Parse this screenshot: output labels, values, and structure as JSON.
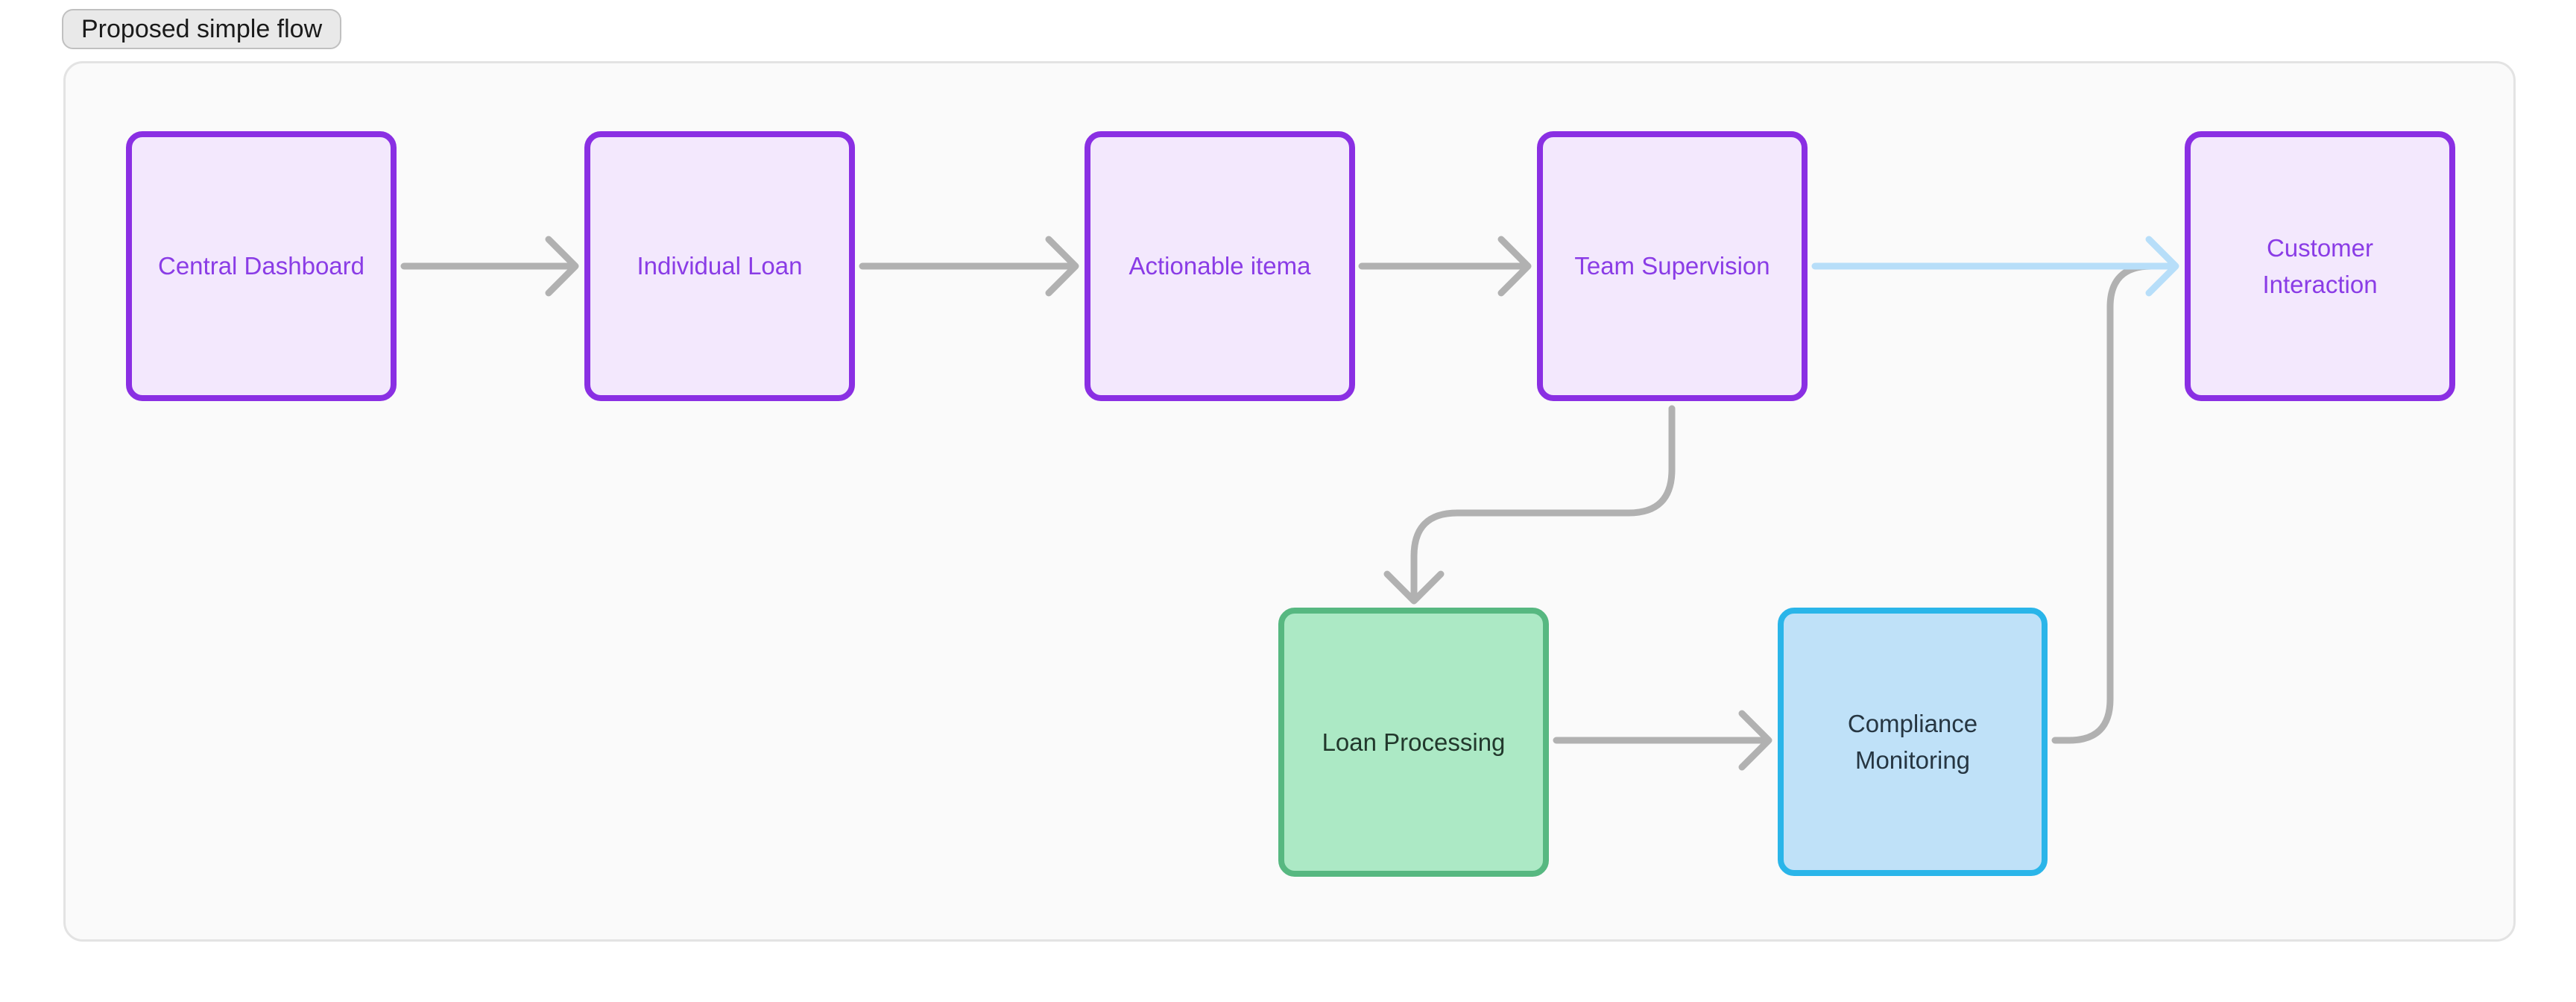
{
  "title_badge": {
    "label": "Proposed simple flow"
  },
  "diagram": {
    "nodes": [
      {
        "id": "central-dashboard",
        "label": "Central Dashboard",
        "style": "purple"
      },
      {
        "id": "individual-loan",
        "label": "Individual Loan",
        "style": "purple"
      },
      {
        "id": "actionable-itema",
        "label": "Actionable itema",
        "style": "purple"
      },
      {
        "id": "team-supervision",
        "label": "Team Supervision",
        "style": "purple"
      },
      {
        "id": "customer-interaction",
        "label": "Customer Interaction",
        "style": "purple"
      },
      {
        "id": "loan-processing",
        "label": "Loan Processing",
        "style": "green"
      },
      {
        "id": "compliance-monitoring",
        "label": "Compliance Monitoring",
        "style": "blue"
      }
    ],
    "edges": [
      {
        "from": "central-dashboard",
        "to": "individual-loan",
        "color": "gray"
      },
      {
        "from": "individual-loan",
        "to": "actionable-itema",
        "color": "gray"
      },
      {
        "from": "actionable-itema",
        "to": "team-supervision",
        "color": "gray"
      },
      {
        "from": "team-supervision",
        "to": "customer-interaction",
        "color": "light-blue"
      },
      {
        "from": "team-supervision",
        "to": "loan-processing",
        "color": "gray"
      },
      {
        "from": "loan-processing",
        "to": "compliance-monitoring",
        "color": "gray"
      },
      {
        "from": "compliance-monitoring",
        "to": "customer-interaction",
        "color": "gray"
      }
    ],
    "colors": {
      "purple_border": "#8a2fe3",
      "purple_fill": "#f3e8fd",
      "purple_text": "#8a3ce6",
      "green_border": "#57b881",
      "green_fill": "#ace9c5",
      "green_text": "#22382c",
      "blue_border": "#2ab5e9",
      "blue_fill": "#bfe1f8",
      "blue_text": "#263642",
      "arrow_gray": "#b1b1b1",
      "arrow_light_blue": "#b7def9",
      "canvas_bg": "#fafafa",
      "canvas_border": "#e3e3e3",
      "badge_bg": "#e9e9e9",
      "badge_border": "#c0c0c0"
    }
  }
}
